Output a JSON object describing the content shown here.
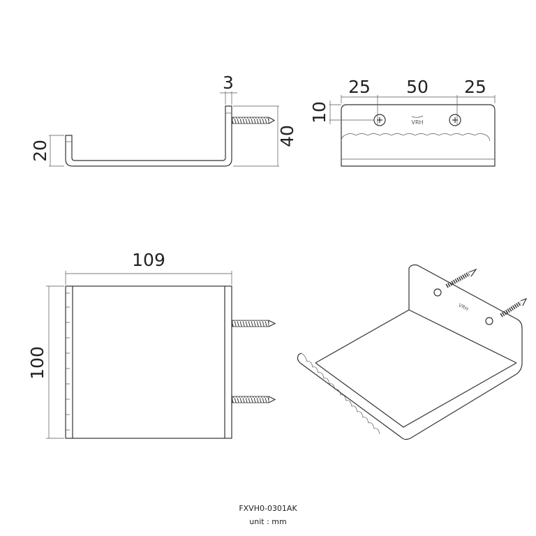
{
  "side_view": {
    "thickness_label": "3",
    "front_lip_label": "20",
    "back_height_label": "40"
  },
  "front_view": {
    "edge_label_left": "25",
    "hole_spacing_label": "50",
    "edge_label_right": "25",
    "hole_height_label": "10",
    "logo_text": "VRH"
  },
  "top_view": {
    "width_label": "109",
    "depth_label": "100"
  },
  "iso_view": {
    "logo_text": "VRH"
  },
  "footer": {
    "model": "FXVH0-0301AK",
    "unit": "unit : mm"
  }
}
